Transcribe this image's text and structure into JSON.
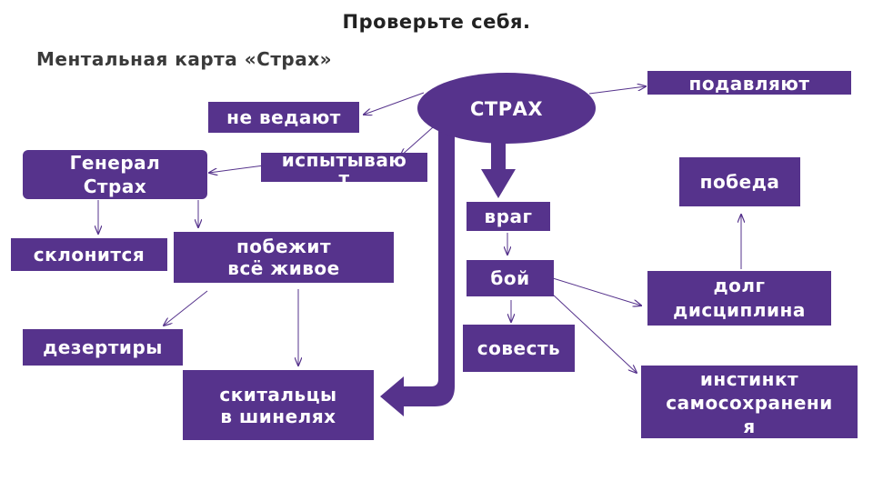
{
  "header": {
    "title": "Проверьте себя.",
    "subtitle": "Ментальная карта «Страх»"
  },
  "colors": {
    "node_fill": "#56338c",
    "node_text": "#ffffff",
    "arrow": "#56338c"
  },
  "nodes": {
    "center": "СТРАХ",
    "suppress": "подавляют",
    "not_know": "не ведают",
    "experience": "испытываю\nт",
    "general": "Генерал\nСтрах",
    "bow": "склонится",
    "flee": "побежит\nвсё живое",
    "deserters": "дезертиры",
    "wanderers": "скитальцы\nв шинелях",
    "enemy": "враг",
    "battle": "бой",
    "conscience": "совесть",
    "victory": "победа",
    "duty": "долг\nдисциплина",
    "instinct": "инстинкт\nсамосохранени\nя"
  }
}
